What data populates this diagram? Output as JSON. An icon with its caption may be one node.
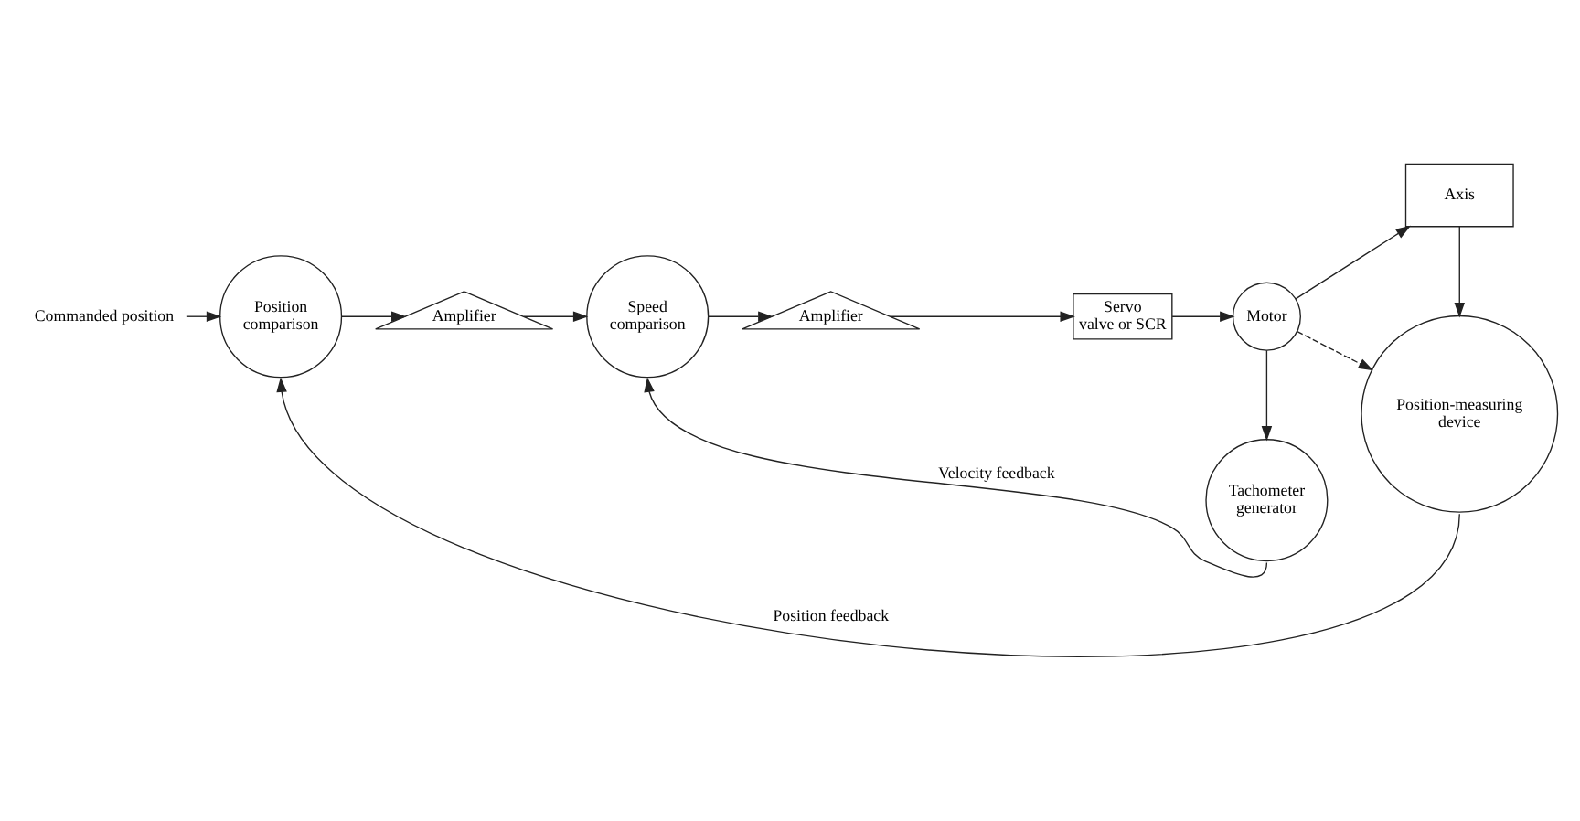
{
  "diagram": {
    "nodes": [
      {
        "text": [
          "Commanded position"
        ]
      },
      {
        "text": [
          "Position comparison"
        ]
      },
      {
        "text": [
          "Amplifier"
        ]
      },
      {
        "text": [
          "Speed comparison"
        ]
      },
      {
        "text": [
          "Amplifier"
        ]
      },
      {
        "text": [
          "Servo valve or SCR"
        ]
      },
      {
        "text": [
          "Motor"
        ]
      },
      {
        "text": [
          "Axis"
        ]
      },
      {
        "text": [
          "Tachometer generator"
        ]
      },
      {
        "text": [
          "Position-measuring device"
        ]
      }
    ],
    "edges": [
      {
        "from": 0,
        "to": 1,
        "arrow": "to"
      },
      {
        "from": 1,
        "to": 2,
        "arrow": "to"
      },
      {
        "from": 2,
        "to": 3,
        "arrow": "to"
      },
      {
        "from": 3,
        "to": 4,
        "arrow": "to"
      },
      {
        "from": 4,
        "to": 5,
        "arrow": "to"
      },
      {
        "from": 5,
        "to": 6,
        "arrow": "to"
      },
      {
        "from": 6,
        "to": 7,
        "arrow": "to"
      },
      {
        "from": 6,
        "to": 8,
        "arrow": "to"
      },
      {
        "from": 8,
        "to": 3,
        "arrow": "to",
        "label": "Velocity feedback"
      },
      {
        "from": 7,
        "to": 9,
        "arrow": "to"
      },
      {
        "from": 9,
        "to": 1,
        "arrow": "to",
        "label": "Position feedback"
      },
      {
        "from": 6,
        "to": 9,
        "arrow": "to",
        "style": "dashed"
      }
    ]
  }
}
